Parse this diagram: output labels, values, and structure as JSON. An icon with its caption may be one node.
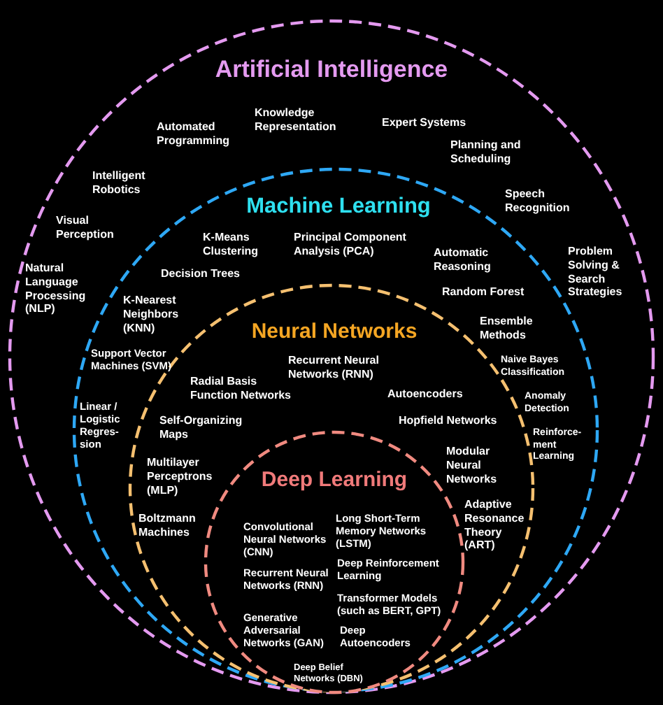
{
  "diagram": {
    "nodes": [
      {
        "text": [
          "Artificial Intelligence",
          "Automated Programming",
          "Knowledge Representation",
          "Expert Systems",
          "Planning and Scheduling",
          "Intelligent Robotics",
          "Speech Recognition",
          "Visual Perception",
          "Natural Language Processing (NLP)",
          "Problem Solving & Search Strategies"
        ]
      },
      {
        "text": [
          "Machine Learning",
          "K-Means Clustering",
          "Principal Component Analysis (PCA)",
          "Automatic Reasoning",
          "Decision Trees",
          "Random Forest",
          "K-Nearest Neighbors (KNN)",
          "Ensemble Methods",
          "Support Vector Machines (SVM)",
          "Naive Bayes Classification",
          "Linear / Logistic Regres- sion",
          "Anomaly Detection",
          "Reinforce- ment Learning"
        ],
        "in": 0
      },
      {
        "text": [
          "Neural Networks",
          "Recurrent Neural Networks (RNN)",
          "Radial Basis Function Networks",
          "Autoencoders",
          "Self-Organizing Maps",
          "Hopfield Networks",
          "Modular Neural Networks",
          "Multilayer Perceptrons (MLP)",
          "Boltzmann Machines",
          "Adaptive Resonance Theory (ART)"
        ],
        "in": 1
      },
      {
        "text": [
          "Deep Learning",
          "Convolutional Neural Networks (CNN)",
          "Long Short-Term Memory Networks (LSTM)",
          "Deep Reinforcement Learning",
          "Recurrent Neural Networks (RNN)",
          "Transformer Models (such as BERT, GPT)",
          "Generative Adversarial Networks (GAN)",
          "Deep Autoencoders",
          "Deep Belief Networks (DBN)"
        ],
        "in": 2
      }
    ]
  }
}
